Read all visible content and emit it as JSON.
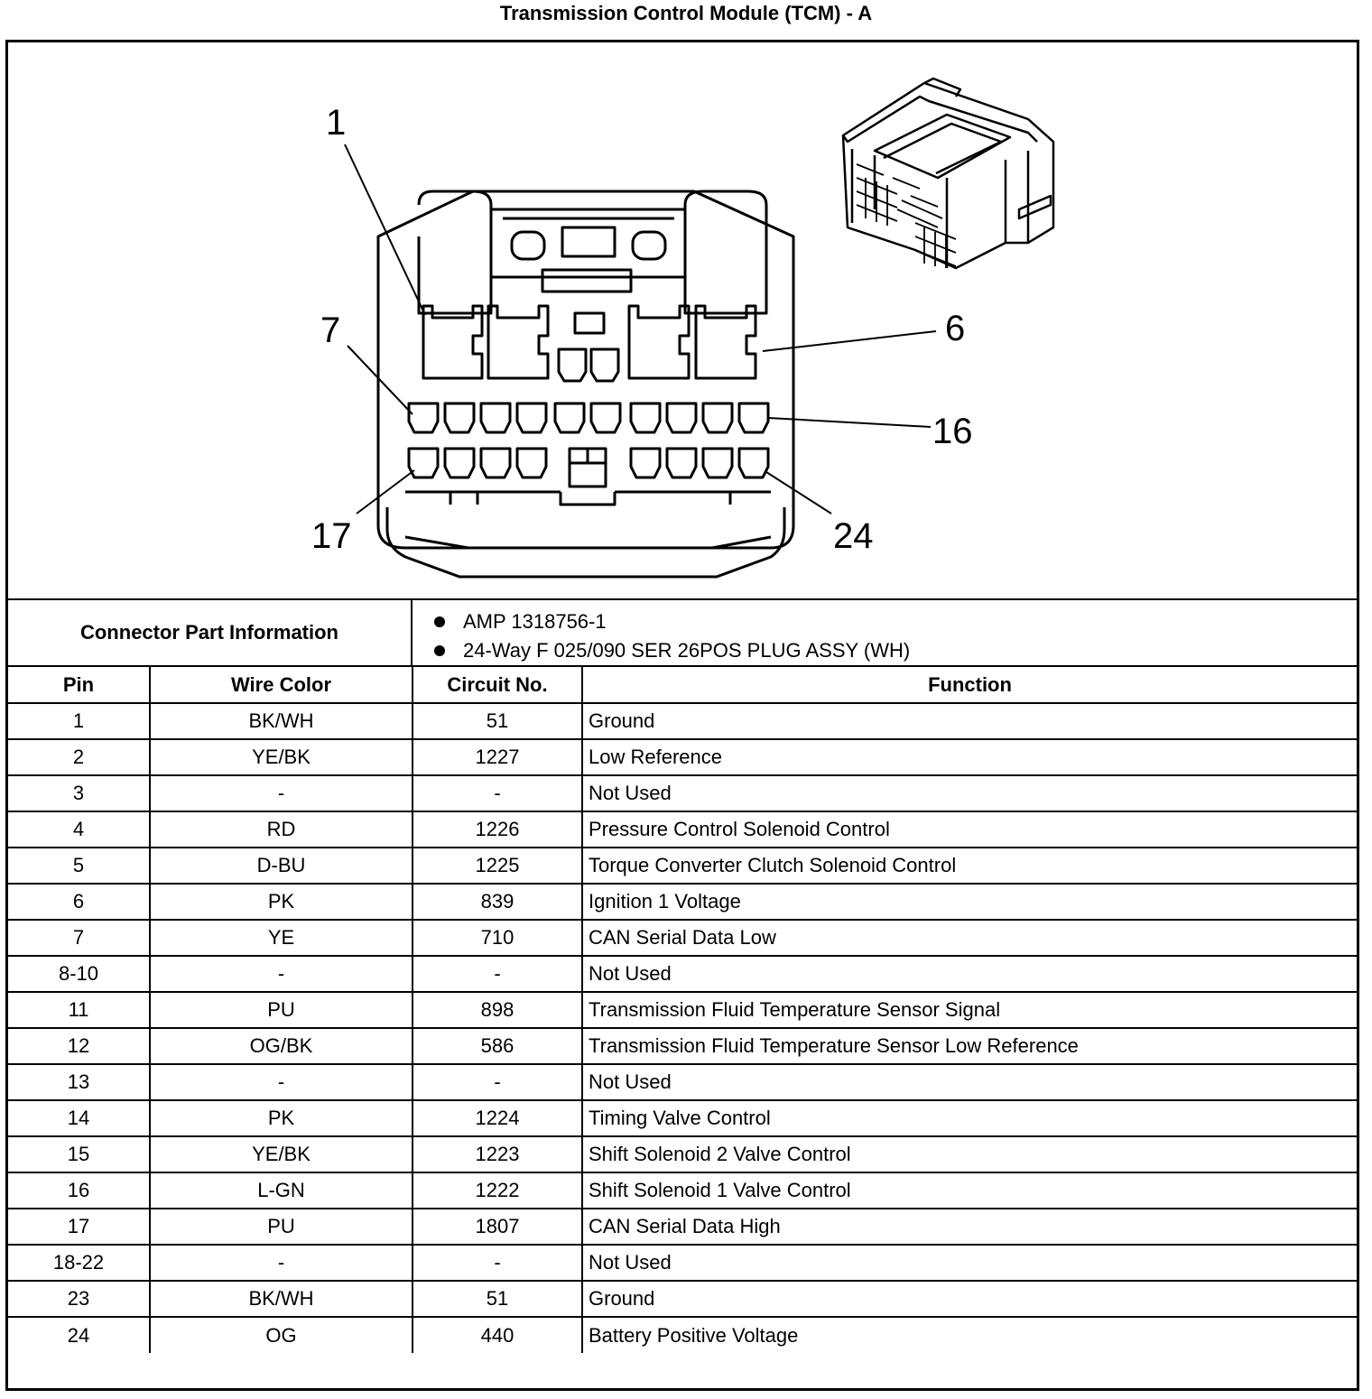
{
  "title": "Transmission Control Module (TCM) - A",
  "diagram_labels": {
    "pin_1": "1",
    "pin_6": "6",
    "pin_7": "7",
    "pin_16": "16",
    "pin_17": "17",
    "pin_24": "24"
  },
  "connector_info": {
    "label": "Connector Part Information",
    "items": [
      "AMP 1318756-1",
      "24-Way F 025/090 SER 26POS PLUG ASSY (WH)"
    ]
  },
  "table": {
    "headers": [
      "Pin",
      "Wire Color",
      "Circuit No.",
      "Function"
    ],
    "rows": [
      [
        "1",
        "BK/WH",
        "51",
        "Ground"
      ],
      [
        "2",
        "YE/BK",
        "1227",
        "Low Reference"
      ],
      [
        "3",
        "-",
        "-",
        "Not Used"
      ],
      [
        "4",
        "RD",
        "1226",
        "Pressure Control Solenoid Control"
      ],
      [
        "5",
        "D-BU",
        "1225",
        "Torque Converter Clutch Solenoid Control"
      ],
      [
        "6",
        "PK",
        "839",
        "Ignition 1 Voltage"
      ],
      [
        "7",
        "YE",
        "710",
        "CAN Serial Data Low"
      ],
      [
        "8-10",
        "-",
        "-",
        "Not Used"
      ],
      [
        "11",
        "PU",
        "898",
        "Transmission Fluid Temperature Sensor Signal"
      ],
      [
        "12",
        "OG/BK",
        "586",
        "Transmission Fluid Temperature Sensor Low Reference"
      ],
      [
        "13",
        "-",
        "-",
        "Not Used"
      ],
      [
        "14",
        "PK",
        "1224",
        "Timing Valve Control"
      ],
      [
        "15",
        "YE/BK",
        "1223",
        "Shift Solenoid 2 Valve Control"
      ],
      [
        "16",
        "L-GN",
        "1222",
        "Shift Solenoid 1 Valve Control"
      ],
      [
        "17",
        "PU",
        "1807",
        "CAN Serial Data High"
      ],
      [
        "18-22",
        "-",
        "-",
        "Not Used"
      ],
      [
        "23",
        "BK/WH",
        "51",
        "Ground"
      ],
      [
        "24",
        "OG",
        "440",
        "Battery Positive Voltage"
      ]
    ]
  }
}
